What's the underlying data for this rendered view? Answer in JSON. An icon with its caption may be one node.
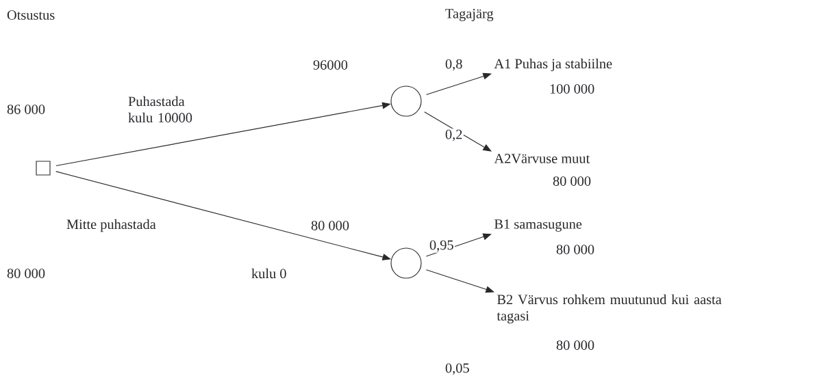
{
  "diagram": {
    "nodes": [
      {
        "text": [],
        "shape": "box"
      },
      {
        "text": [],
        "shape": "circle",
        "beside": [
          "96000"
        ]
      },
      {
        "text": [],
        "shape": "circle",
        "beside": [
          "80 000"
        ]
      },
      {
        "text": [
          "A1 Puhas ja stabiilne"
        ],
        "beside": [
          "100 000"
        ]
      },
      {
        "text": [
          "A2Värvuse muut"
        ],
        "beside": [
          "80 000"
        ]
      },
      {
        "text": [
          "B1 samasugune"
        ],
        "beside": [
          "80 000"
        ]
      },
      {
        "text": [
          "B2 Värvus rohkem muutunud kui aasta tagasi"
        ],
        "beside": [
          "80 000"
        ]
      }
    ],
    "edges": [
      {
        "from": 0,
        "to": 1,
        "arrow": "to",
        "label": "Puhastada kulu 10000"
      },
      {
        "from": 0,
        "to": 2,
        "arrow": "to",
        "label": "Mitte puhastada"
      },
      {
        "from": 1,
        "to": 3,
        "arrow": "to",
        "label": "0,8"
      },
      {
        "from": 1,
        "to": 4,
        "arrow": "to",
        "label": "0,2"
      },
      {
        "from": 2,
        "to": 5,
        "arrow": "to",
        "label": "0,95"
      },
      {
        "from": 2,
        "to": 6,
        "arrow": "to"
      }
    ],
    "labels": [
      "Otsustus",
      "Tagajärg",
      "86 000",
      "80 000",
      "kulu 0",
      "0,05"
    ]
  }
}
